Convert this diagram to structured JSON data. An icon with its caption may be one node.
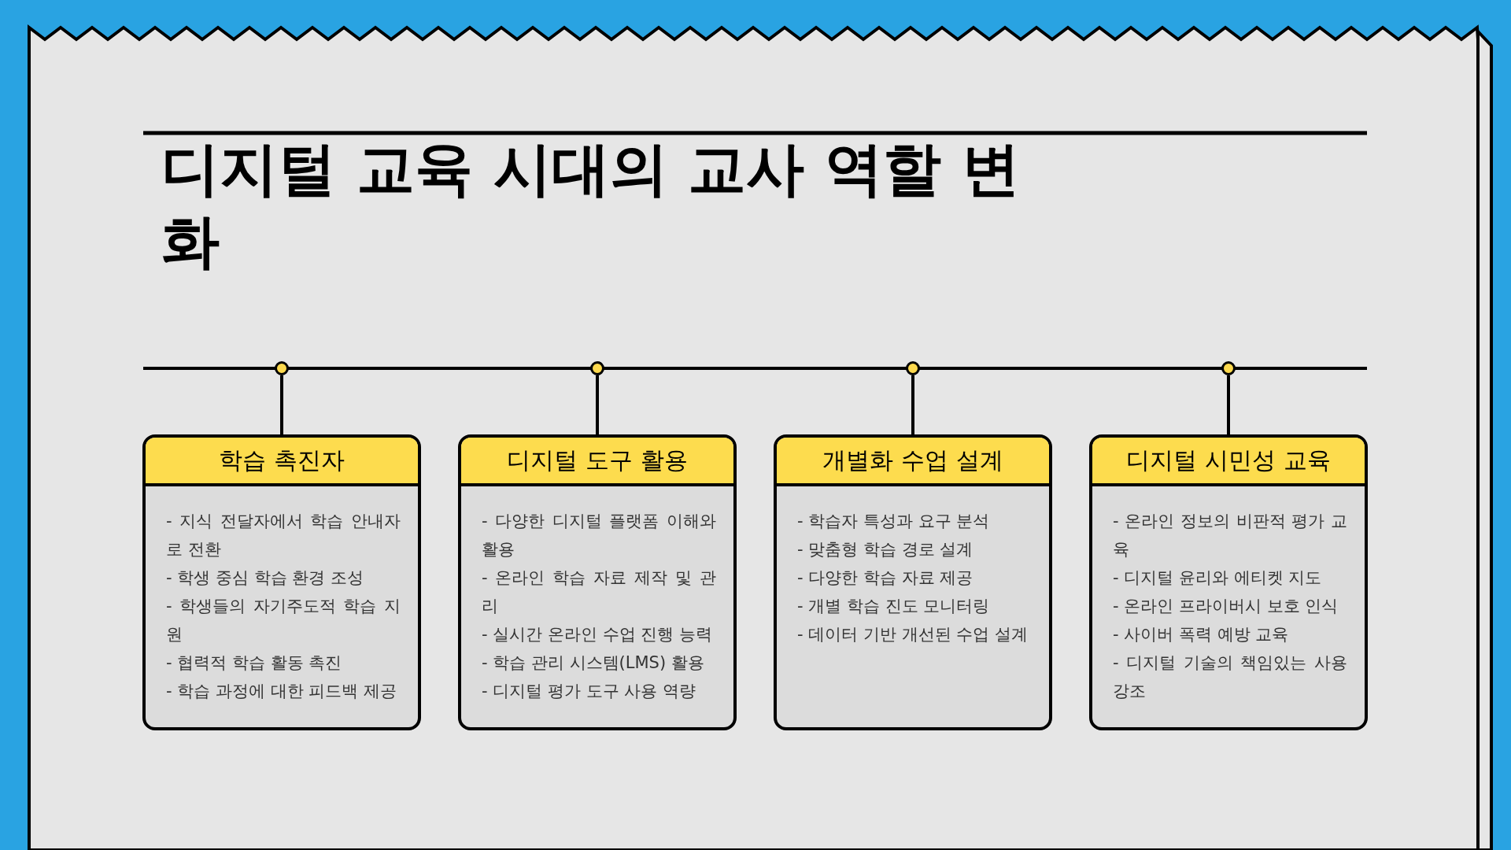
{
  "diagram": {
    "title": "디지털 교육 시대의 교사 역할 변화",
    "nodes": [
      {
        "text": [],
        "shape": "circle"
      },
      {
        "text": [],
        "shape": "circle"
      },
      {
        "text": [],
        "shape": "circle"
      },
      {
        "text": [],
        "shape": "circle"
      },
      {
        "text": [
          "학습 촉진자",
          "- 지식 전달자에서 학습 안내자로 전환",
          "- 학생 중심 학습 환경 조성",
          "- 학생들의 자기주도적 학습 지원",
          "- 협력적 학습 활동 촉진",
          "- 학습 과정에 대한 피드백 제공"
        ]
      },
      {
        "text": [
          "디지털 도구 활용",
          "- 다양한 디지털 플랫폼 이해와 활용",
          "- 온라인 학습 자료 제작 및 관리",
          "- 실시간 온라인 수업 진행 능력",
          "- 학습 관리 시스템(LMS) 활용",
          "- 디지털 평가 도구 사용 역량"
        ]
      },
      {
        "text": [
          "개별화 수업 설계",
          "- 학습자 특성과 요구 분석",
          "- 맞춤형 학습 경로 설계",
          "- 다양한 학습 자료 제공",
          "- 개별 학습 진도 모니터링",
          "- 데이터 기반 개선된 수업 설계"
        ]
      },
      {
        "text": [
          "디지털 시민성 교육",
          "- 온라인 정보의 비판적 평가 교육",
          "- 디지털 윤리와 에티켓 지도",
          "- 온라인 프라이버시 보호 인식",
          "- 사이버 폭력 예방 교육",
          "- 디지털 기술의 책임있는 사용 강조"
        ]
      }
    ],
    "edges": [
      {
        "from": 0,
        "to": 4,
        "arrow": "none"
      },
      {
        "from": 1,
        "to": 5,
        "arrow": "none"
      },
      {
        "from": 2,
        "to": 6,
        "arrow": "none"
      },
      {
        "from": 3,
        "to": 7,
        "arrow": "none"
      }
    ]
  }
}
